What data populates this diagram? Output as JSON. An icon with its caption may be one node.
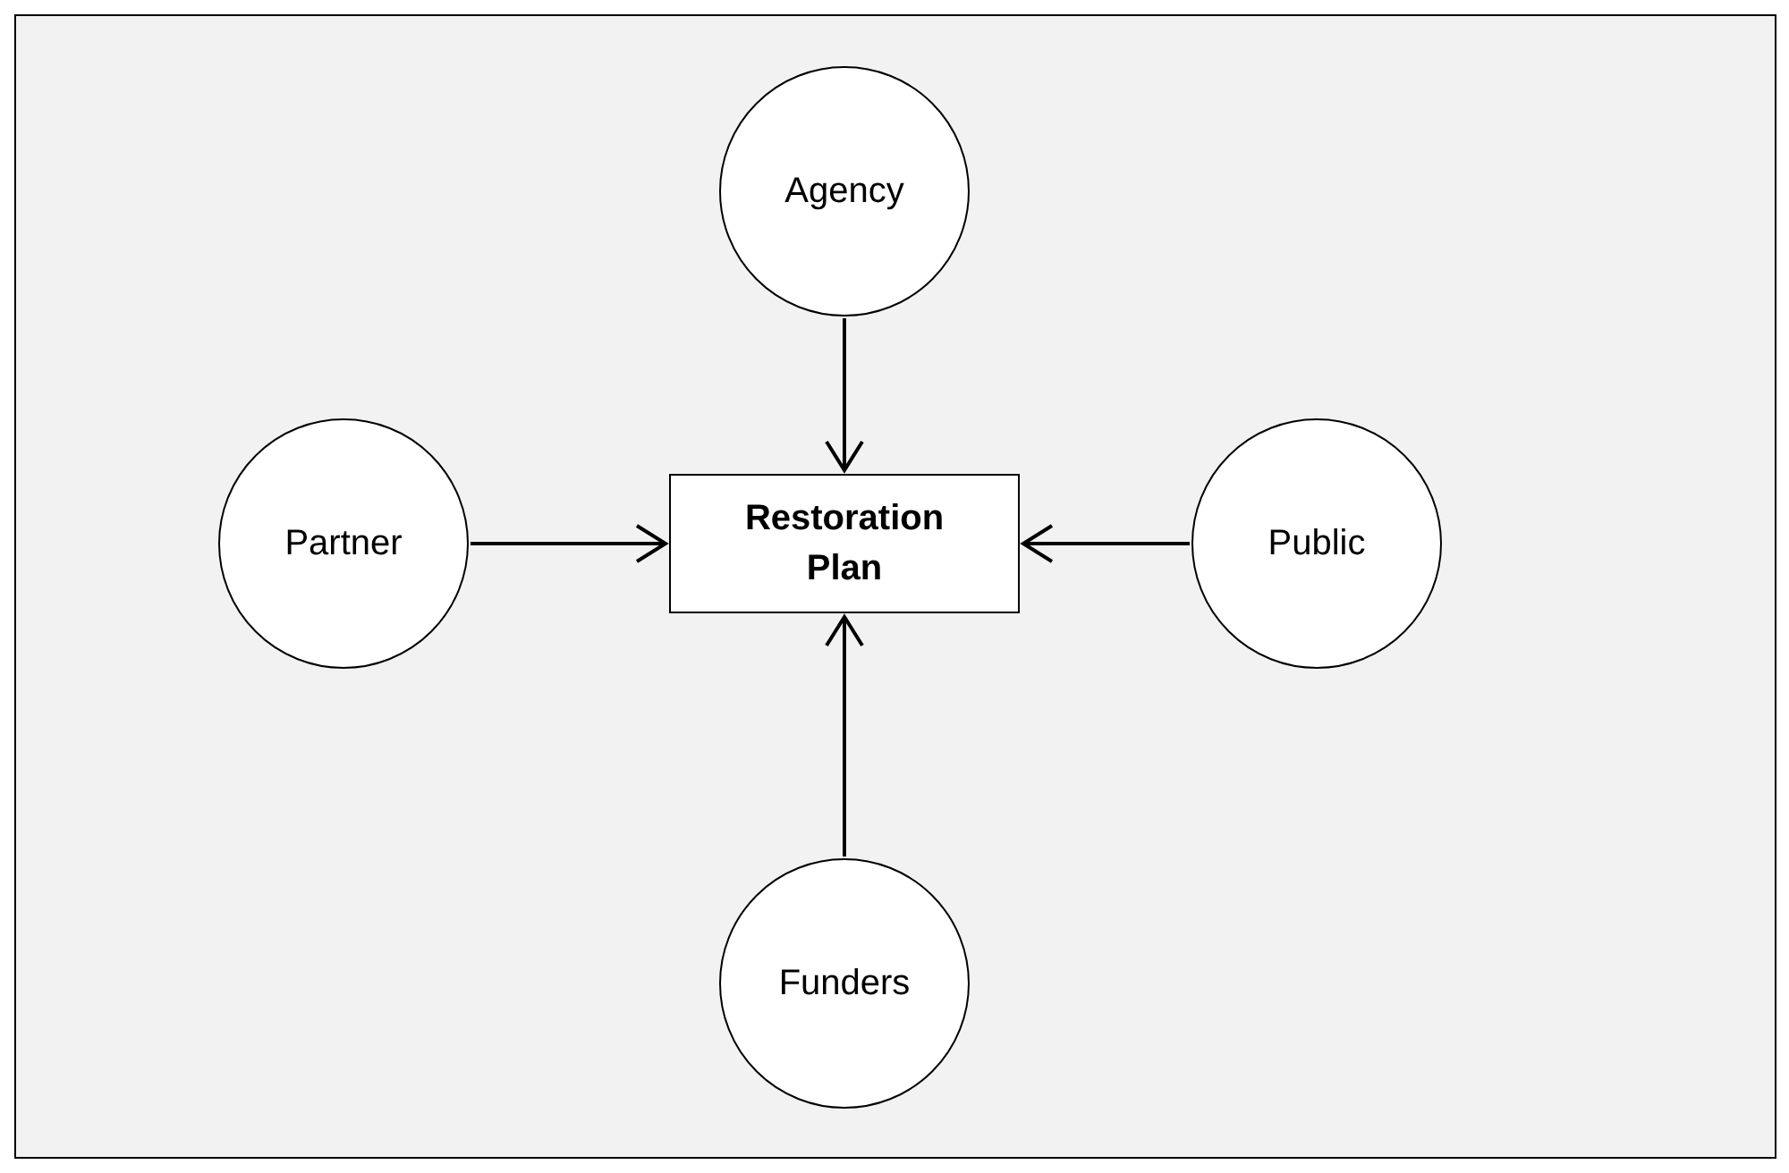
{
  "diagram": {
    "nodes": [
      {
        "text": [
          "Agency"
        ]
      },
      {
        "text": [
          "Partner"
        ]
      },
      {
        "text": [
          "Restoration Plan"
        ]
      },
      {
        "text": [
          "Public"
        ]
      },
      {
        "text": [
          "Funders"
        ]
      }
    ],
    "edges": [
      {
        "from": 0,
        "to": 2,
        "arrow": "to"
      },
      {
        "from": 1,
        "to": 2,
        "arrow": "to"
      },
      {
        "from": 3,
        "to": 2,
        "arrow": "to"
      },
      {
        "from": 4,
        "to": 2,
        "arrow": "to"
      }
    ]
  }
}
